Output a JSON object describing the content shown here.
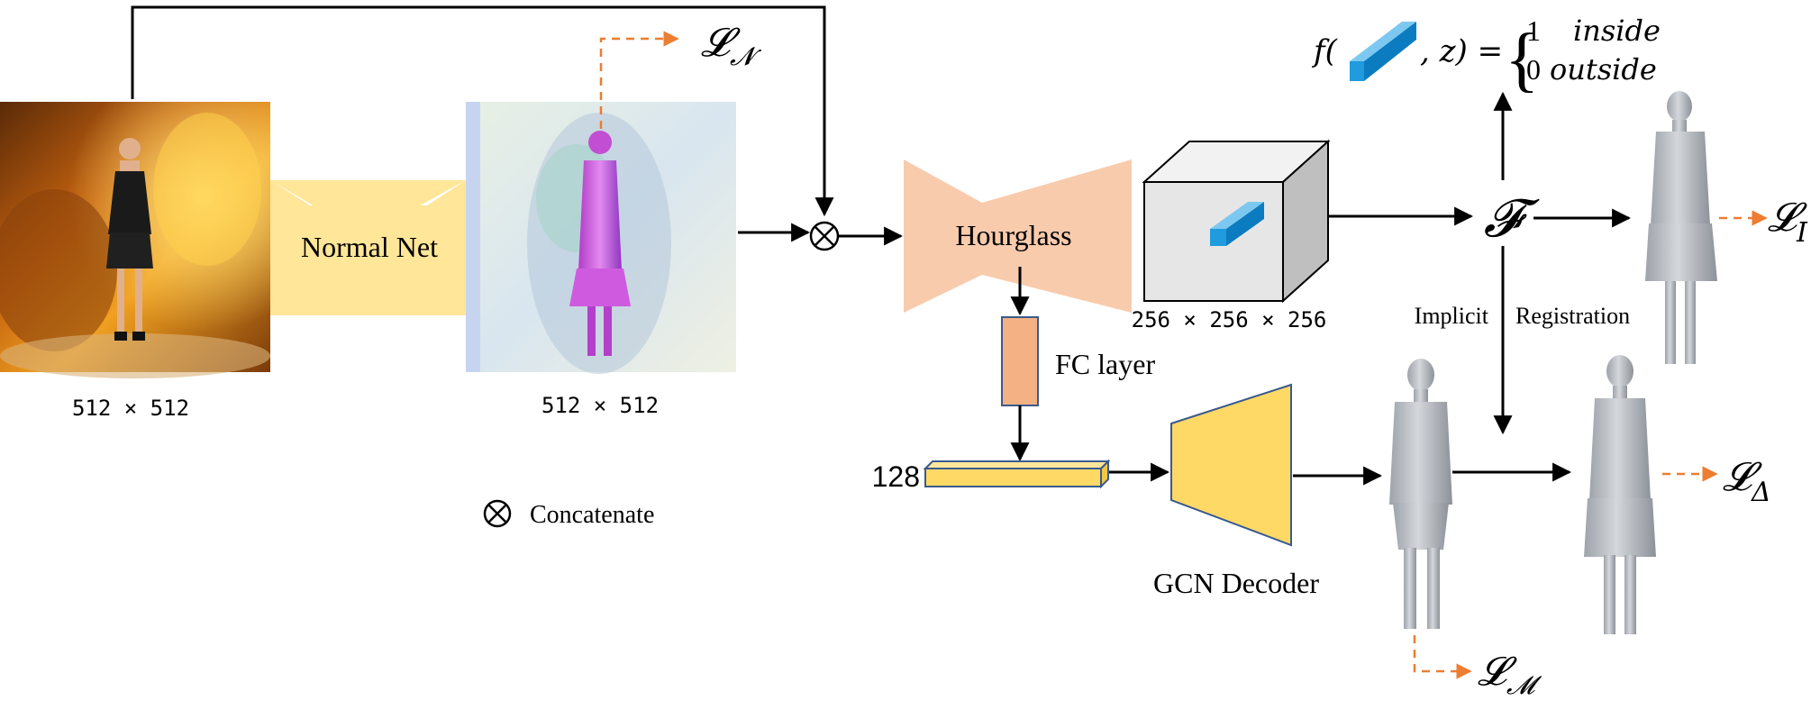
{
  "labels": {
    "input_size": "512 × 512",
    "normal_size": "512 × 512",
    "normal_net": "Normal Net",
    "hourglass": "Hourglass",
    "volume_size": "256 × 256 × 256",
    "fc_layer": "FC layer",
    "feature_dim": "128",
    "gcn_decoder": "GCN Decoder",
    "concatenate": "Concatenate",
    "implicit": "Implicit",
    "registration": "Registration",
    "implicit_fn_symbol": "𝓕"
  },
  "losses": {
    "normal": {
      "base": "𝓛",
      "sub": "𝓝"
    },
    "implicit": {
      "base": "𝓛",
      "sub": "I"
    },
    "mesh": {
      "base": "𝓛",
      "sub": "𝓜"
    },
    "delta": {
      "base": "𝓛",
      "sub": "Δ"
    }
  },
  "occupancy_eq": {
    "prefix": "f(",
    "arg": ", z) =",
    "case1_value": "1",
    "case1_label": "inside",
    "case0_value": "0",
    "case0_label": "outside"
  },
  "colors": {
    "arrow": "#000000",
    "loss_arrow": "#ed7d31",
    "normal_net": "#ffe699",
    "hourglass": "#f8cbad",
    "fc_layer": "#f4b183",
    "feature_bar": "#ffd966",
    "gcn": "#ffd966",
    "voxel_cube": "#e7e6e6",
    "voxel_block": "#1f9bde",
    "mesh": "#bfc3c9"
  }
}
